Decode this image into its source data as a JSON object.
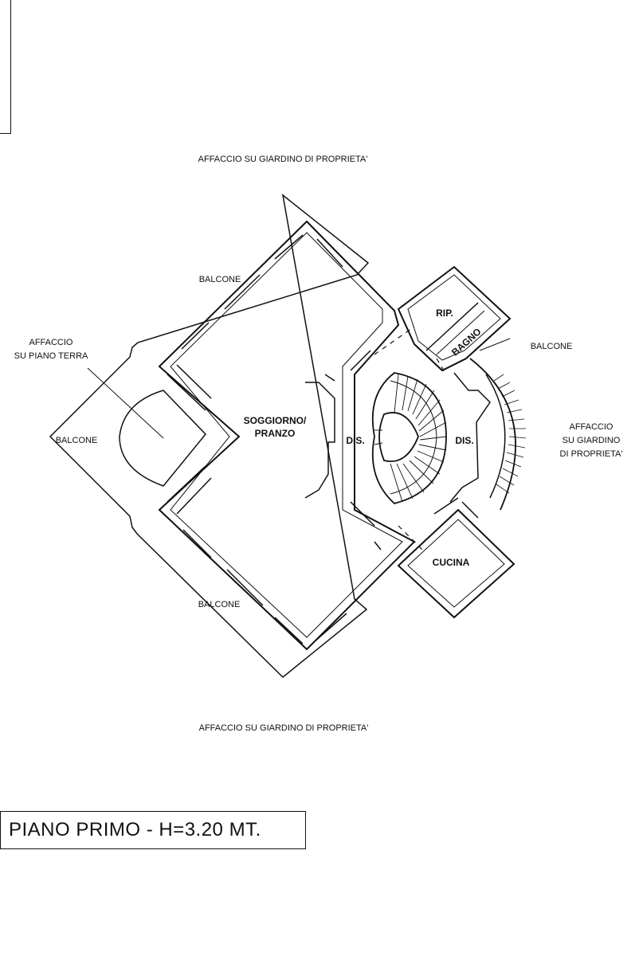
{
  "views": {
    "top": "AFFACCIO SU GIARDINO DI PROPRIETA'",
    "bottom": "AFFACCIO SU GIARDINO DI PROPRIETA'",
    "left_line1": "AFFACCIO",
    "left_line2": "SU PIANO TERRA",
    "right_line1": "AFFACCIO",
    "right_line2": "SU GIARDINO",
    "right_line3": "DI PROPRIETA'"
  },
  "rooms": {
    "living_line1": "SOGGIORNO/",
    "living_line2": "PRANZO",
    "dis_left": "DIS.",
    "dis_right": "DIS.",
    "rip": "RIP.",
    "bagno": "BAGNO",
    "cucina": "CUCINA"
  },
  "balconies": {
    "top": "BALCONE",
    "left": "BALCONE",
    "bottom": "BALCONE",
    "right": "BALCONE"
  },
  "caption": "PIANO PRIMO - H=3.20 MT."
}
